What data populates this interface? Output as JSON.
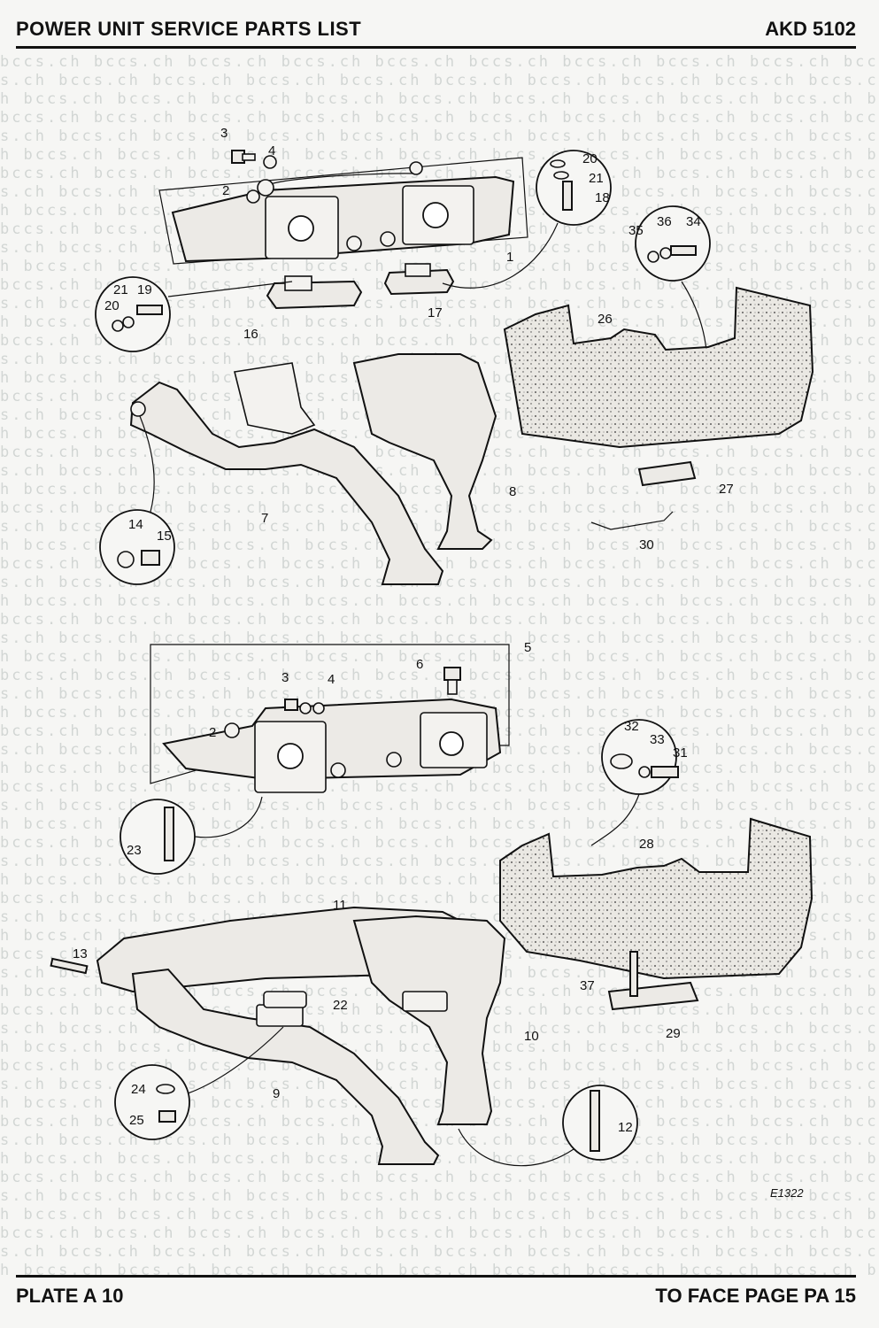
{
  "header": {
    "title": "POWER UNIT SERVICE PARTS LIST",
    "code": "AKD 5102"
  },
  "footer": {
    "plate": "PLATE A 10",
    "page": "TO FACE PAGE PA 15"
  },
  "watermark": "bccs.ch",
  "drawing_ref": "E1322",
  "callouts": {
    "c1": "1",
    "c2a": "2",
    "c3a": "3",
    "c4a": "4",
    "c16": "16",
    "c17": "17",
    "c18": "18",
    "c19": "19",
    "c20a": "20",
    "c20b": "20",
    "c21a": "21",
    "c21b": "21",
    "c26": "26",
    "c27": "27",
    "c30": "30",
    "c34": "34",
    "c35": "35",
    "c36": "36",
    "c7": "7",
    "c8": "8",
    "c14": "14",
    "c15": "15",
    "c5": "5",
    "c6": "6",
    "c2b": "2",
    "c3b": "3",
    "c4b": "4",
    "c23": "23",
    "c31": "31",
    "c32": "32",
    "c33": "33",
    "c28": "28",
    "c29": "29",
    "c37": "37",
    "c11": "11",
    "c13": "13",
    "c22": "22",
    "c9": "9",
    "c10": "10",
    "c24": "24",
    "c25": "25",
    "c12": "12"
  },
  "colors": {
    "ink": "#111111",
    "paper": "#f6f6f4",
    "watermark": "#d2d6d4"
  }
}
